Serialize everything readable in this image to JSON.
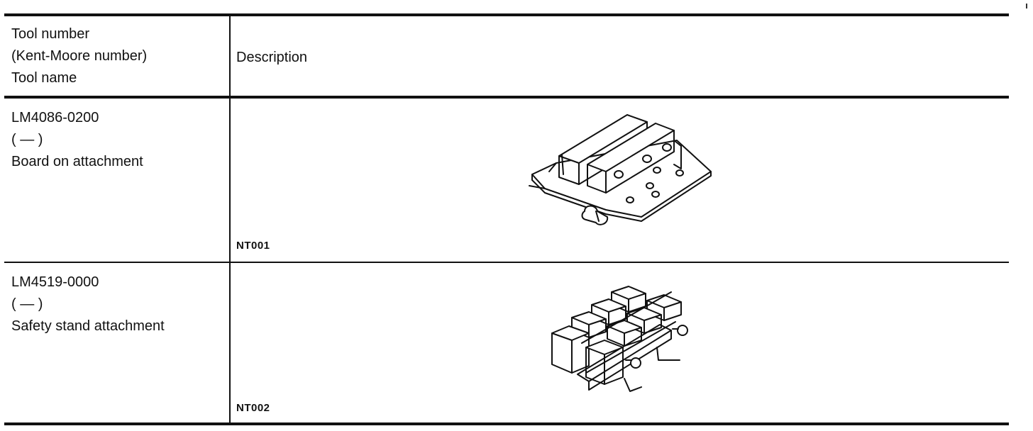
{
  "table": {
    "header": {
      "tool_column": [
        "Tool number",
        "(Kent-Moore number)",
        "Tool name"
      ],
      "description_column": "Description"
    },
    "rows": [
      {
        "tool_number": "LM4086-0200",
        "kent_moore_number": "(   —   )",
        "tool_name": "Board on attachment",
        "figure_code": "NT001",
        "figure_icon": "board-on-attachment-illustration"
      },
      {
        "tool_number": "LM4519-0000",
        "kent_moore_number": "(   —   )",
        "tool_name": "Safety stand attachment",
        "figure_code": "NT002",
        "figure_icon": "safety-stand-attachment-illustration"
      }
    ]
  }
}
